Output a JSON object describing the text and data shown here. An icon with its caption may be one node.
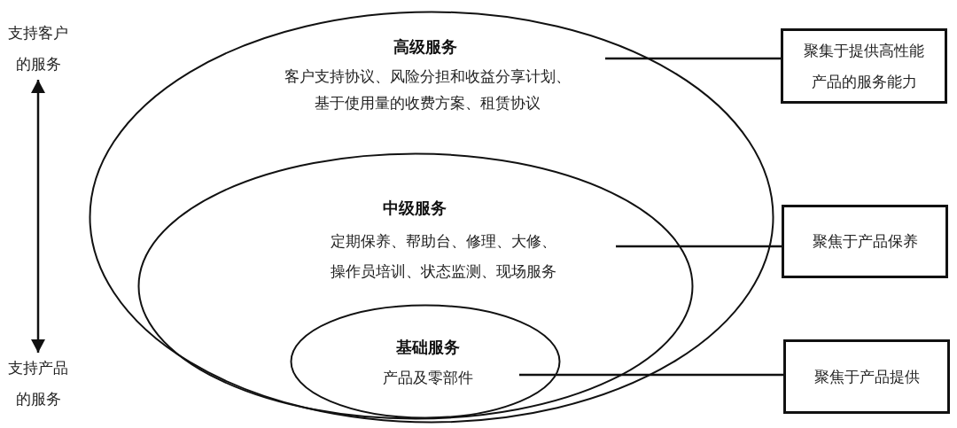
{
  "diagram": {
    "nodes": [
      {
        "text": [
          "支持客户的服务"
        ]
      },
      {
        "text": [
          "高级服务",
          "客户支持协议、风险分担和收益分享计划、基于使用量的收费方案、租赁协议"
        ]
      },
      {
        "text": [
          "中级服务",
          "定期保养、帮助台、修理、大修、操作员培训、状态监测、现场服务"
        ],
        "in": 1
      },
      {
        "text": [
          "基础服务",
          "产品及零部件"
        ],
        "in": 2
      },
      {
        "text": [
          "聚集于提供高性能产品的服务能力"
        ]
      },
      {
        "text": [
          "聚焦于产品保养"
        ]
      },
      {
        "text": [
          "聚焦于产品提供"
        ]
      },
      {
        "text": [
          "支持产品的服务"
        ]
      }
    ],
    "edges": [
      {
        "from": 0,
        "to": 7,
        "arrow": "both"
      },
      {
        "from": 1,
        "to": 4,
        "arrow": "none"
      },
      {
        "from": 2,
        "to": 5,
        "arrow": "none"
      },
      {
        "from": 3,
        "to": 6,
        "arrow": "none"
      }
    ]
  }
}
